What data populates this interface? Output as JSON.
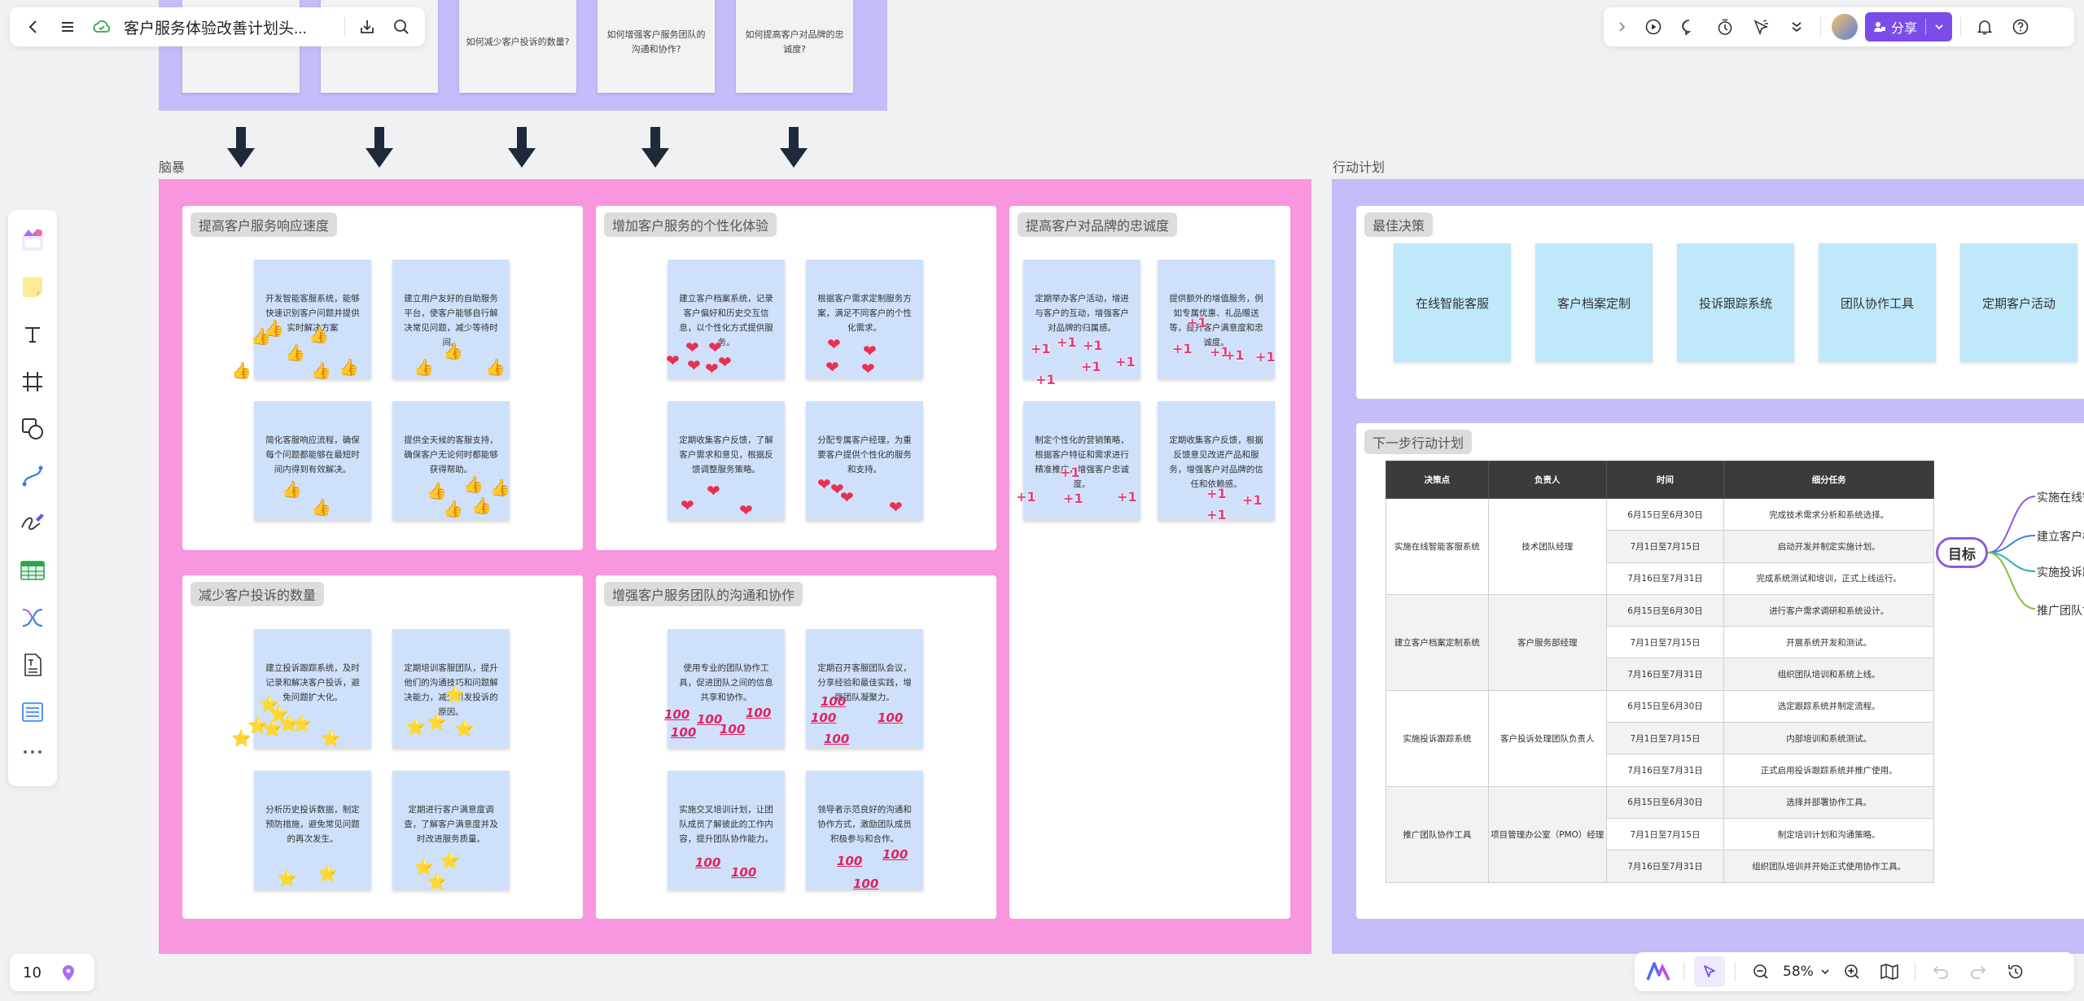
{
  "header": {
    "title": "客户服务体验改善计划头...",
    "share_label": "分享"
  },
  "sections": {
    "brainstorm": "脑暴",
    "action_plan": "行动计划"
  },
  "questions": [
    {
      "text": ""
    },
    {
      "text": ""
    },
    {
      "text": "如何减少客户投诉的数量?"
    },
    {
      "text": "如何增强客户服务团队的沟通和协作?"
    },
    {
      "text": "如何提高客户对品牌的忠诚度?"
    }
  ],
  "panels": [
    {
      "title": "提高客户服务响应速度",
      "notes": [
        "开发智能客服系统，能够快速识别客户问题并提供实时解决方案",
        "建立用户友好的自助服务平台，使客户能够自行解决常见问题，减少等待时间。",
        "简化客服响应流程，确保每个问题都能够在最短时间内得到有效解决。",
        "提供全天候的客服支持，确保客户无论何时都能够获得帮助。"
      ]
    },
    {
      "title": "增加客户服务的个性化体验",
      "notes": [
        "建立客户档案系统，记录客户偏好和历史交互信息，以个性化方式提供服务。",
        "根据客户需求定制服务方案，满足不同客户的个性化需求。",
        "定期收集客户反馈，了解客户需求和意见，根据反馈调整服务策略。",
        "分配专属客户经理，为重要客户提供个性化的服务和支持。"
      ]
    },
    {
      "title": "提高客户对品牌的忠诚度",
      "notes": [
        "定期举办客户活动，增进与客户的互动，增强客户对品牌的归属感。",
        "提供额外的增值服务，例如专属优惠、礼品赠送等，提升客户满意度和忠诚度。",
        "制定个性化的营销策略，根据客户特征和需求进行精准推广，增强客户忠诚度。",
        "定期收集客户反馈，根据反馈意见改进产品和服务，增强客户对品牌的信任和依赖感。"
      ]
    },
    {
      "title": "减少客户投诉的数量",
      "notes": [
        "建立投诉跟踪系统，及时记录和解决客户投诉，避免问题扩大化。",
        "定期培训客服团队，提升他们的沟通技巧和问题解决能力，减少引发投诉的原因。",
        "分析历史投诉数据，制定预防措施，避免常见问题的再次发生。",
        "定期进行客户满意度调查，了解客户满意度并及时改进服务质量。"
      ]
    },
    {
      "title": "增强客户服务团队的沟通和协作",
      "notes": [
        "使用专业的团队协作工具，促进团队之间的信息共享和协作。",
        "定期召开客服团队会议，分享经验和最佳实践，增强团队凝聚力。",
        "实施交叉培训计划，让团队成员了解彼此的工作内容，提升团队协作能力。",
        "领导者示范良好的沟通和协作方式，激励团队成员积极参与和合作。"
      ]
    }
  ],
  "reactions": {
    "plus_one": "+1",
    "hundred": "100"
  },
  "best_decisions": {
    "title": "最佳决策",
    "items": [
      "在线智能客服",
      "客户档案定制",
      "投诉跟踪系统",
      "团队协作工具",
      "定期客户活动"
    ]
  },
  "next_steps": {
    "title": "下一步行动计划",
    "headers": [
      "决策点",
      "负责人",
      "时间",
      "细分任务"
    ],
    "groups": [
      {
        "decision": "实施在线智能客服系统",
        "owner": "技术团队经理",
        "rows": [
          {
            "time": "6月15日至6月30日",
            "task": "完成技术需求分析和系统选择。"
          },
          {
            "time": "7月1日至7月15日",
            "task": "启动开发并制定实施计划。"
          },
          {
            "time": "7月16日至7月31日",
            "task": "完成系统测试和培训，正式上线运行。"
          }
        ]
      },
      {
        "decision": "建立客户档案定制系统",
        "owner": "客户服务部经理",
        "rows": [
          {
            "time": "6月15日至6月30日",
            "task": "进行客户需求调研和系统设计。"
          },
          {
            "time": "7月1日至7月15日",
            "task": "开展系统开发和测试。"
          },
          {
            "time": "7月16日至7月31日",
            "task": "组织团队培训和系统上线。"
          }
        ]
      },
      {
        "decision": "实施投诉跟踪系统",
        "owner": "客户投诉处理团队负责人",
        "rows": [
          {
            "time": "6月15日至6月30日",
            "task": "选定跟踪系统并制定流程。"
          },
          {
            "time": "7月1日至7月15日",
            "task": "内部培训和系统测试。"
          },
          {
            "time": "7月16日至7月31日",
            "task": "正式启用投诉跟踪系统并推广使用。"
          }
        ]
      },
      {
        "decision": "推广团队协作工具",
        "owner": "项目管理办公室（PMO）经理",
        "rows": [
          {
            "time": "6月15日至6月30日",
            "task": "选择并部署协作工具。"
          },
          {
            "time": "7月1日至7月15日",
            "task": "制定培训计划和沟通策略。"
          },
          {
            "time": "7月16日至7月31日",
            "task": "组织团队培训并开始正式使用协作工具。"
          }
        ]
      }
    ]
  },
  "mindmap": {
    "root": "目标",
    "children": [
      "实施在线智",
      "建立客户档",
      "实施投诉跟",
      "推广团队协"
    ]
  },
  "bottom": {
    "page_number": "10",
    "zoom": "58%"
  },
  "colors": {
    "accent": "#7b4de8",
    "pink_area": "#f896df",
    "purple_area": "#c3bdf9",
    "note_blue": "#cfe0fb",
    "decision_blue": "#bfe8fb"
  }
}
